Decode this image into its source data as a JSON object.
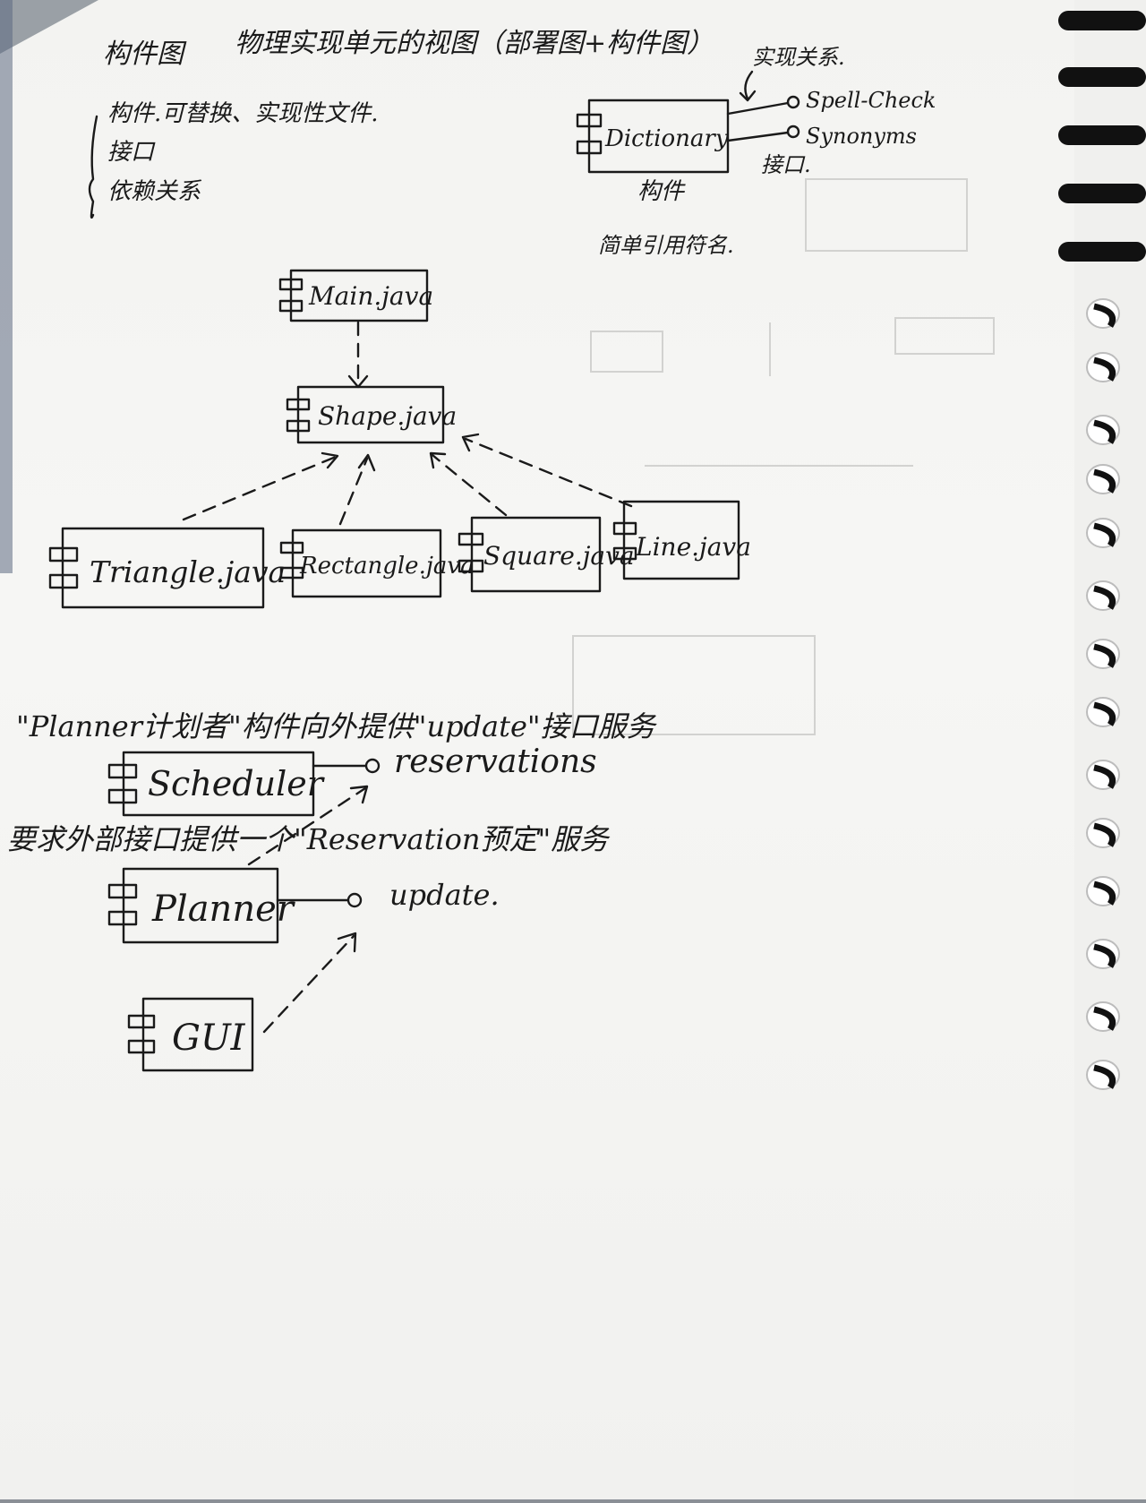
{
  "header": {
    "title": "构件图",
    "subtitle": "物理实现单元的视图（部署图+构件图）"
  },
  "notes": {
    "items": [
      "构件.可替换、实现性文件.",
      "接口",
      "依赖关系"
    ]
  },
  "legend": {
    "component": "Dictionary",
    "interfaces": [
      "Spell-Check",
      "Synonyms"
    ],
    "realization_label": "实现关系.",
    "interface_label": "接口.",
    "component_label": "构件",
    "caption": "简单引用符名."
  },
  "shape_diagram": {
    "main": "Main.java",
    "shape": "Shape.java",
    "children": [
      "Triangle.java",
      "Rectangle.java",
      "Square.java",
      "Line.java"
    ]
  },
  "planner_diagram": {
    "note_top": "\"Planner计划者\"构件向外提供\"update\"接口服务",
    "scheduler": "Scheduler",
    "scheduler_interface": "reservations",
    "note_middle": "要求外部接口提供一个\"Reservation预定\"服务",
    "planner": "Planner",
    "planner_interface": "update.",
    "gui": "GUI"
  }
}
